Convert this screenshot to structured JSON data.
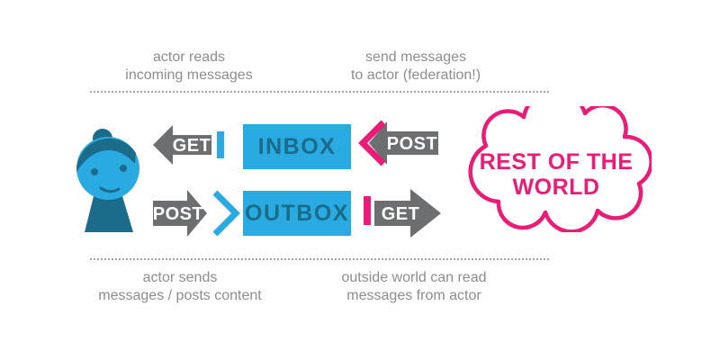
{
  "colors": {
    "cyan": "#29ABE2",
    "teal_dark": "#1B6C8A",
    "arrow_gray": "#6D6E70",
    "label_gray": "#8D8D90",
    "magenta": "#EA1C78",
    "dot_gray": "#A5A5A8",
    "background": "#FFFFFF",
    "arrow_text": "#FFFFFF"
  },
  "icons": {
    "actor": "person-avatar-icon",
    "cloud": "cloud-outline-icon",
    "arrows": [
      "left-arrow-icon",
      "right-arrow-icon"
    ]
  },
  "annotations": {
    "top_left": {
      "line1": "actor reads",
      "line2": "incoming messages"
    },
    "top_right": {
      "line1": "send messages",
      "line2": "to actor (federation!)"
    },
    "bottom_left": {
      "line1": "actor sends",
      "line2": "messages / posts content"
    },
    "bottom_right": {
      "line1": "outside world can read",
      "line2": "messages from actor"
    }
  },
  "flows": {
    "inbox_get": "GET",
    "inbox_post": "POST",
    "outbox_post": "POST",
    "outbox_get": "GET"
  },
  "boxes": {
    "inbox": "INBOX",
    "outbox": "OUTBOX"
  },
  "cloud": {
    "line1": "REST OF THE",
    "line2": "WORLD"
  }
}
